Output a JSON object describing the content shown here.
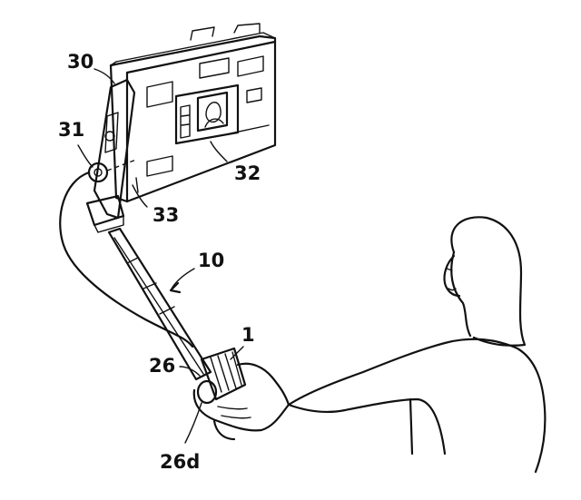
{
  "labels": {
    "camera": "30",
    "connector": "31",
    "screen": "32",
    "mount": "33",
    "pole": "10",
    "grip": "1",
    "button": "26",
    "button_part": "26d"
  },
  "colors": {
    "ink": "#111111",
    "paper": "#ffffff"
  }
}
